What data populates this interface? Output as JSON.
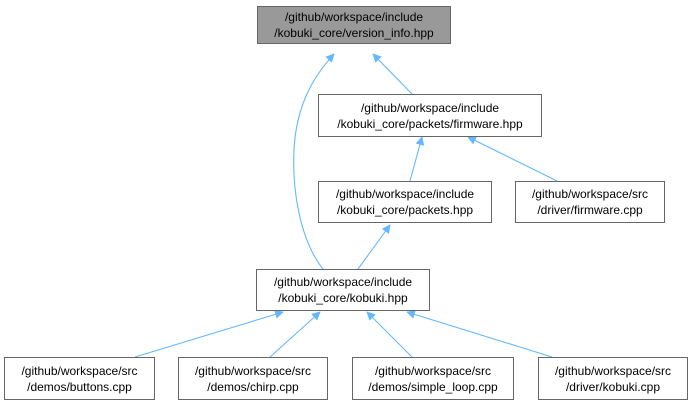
{
  "colors": {
    "edge": "#63b8ff",
    "root_fill": "#999999",
    "node_border": "#666666"
  },
  "nodes": {
    "version_info": {
      "line1": "/github/workspace/include",
      "line2": "/kobuki_core/version_info.hpp"
    },
    "firmware_hpp": {
      "line1": "/github/workspace/include",
      "line2": "/kobuki_core/packets/firmware.hpp"
    },
    "packets_hpp": {
      "line1": "/github/workspace/include",
      "line2": "/kobuki_core/packets.hpp"
    },
    "firmware_cpp": {
      "line1": "/github/workspace/src",
      "line2": "/driver/firmware.cpp"
    },
    "kobuki_hpp": {
      "line1": "/github/workspace/include",
      "line2": "/kobuki_core/kobuki.hpp"
    },
    "buttons_cpp": {
      "line1": "/github/workspace/src",
      "line2": "/demos/buttons.cpp"
    },
    "chirp_cpp": {
      "line1": "/github/workspace/src",
      "line2": "/demos/chirp.cpp"
    },
    "simple_loop_cpp": {
      "line1": "/github/workspace/src",
      "line2": "/demos/simple_loop.cpp"
    },
    "kobuki_cpp": {
      "line1": "/github/workspace/src",
      "line2": "/driver/kobuki.cpp"
    }
  }
}
